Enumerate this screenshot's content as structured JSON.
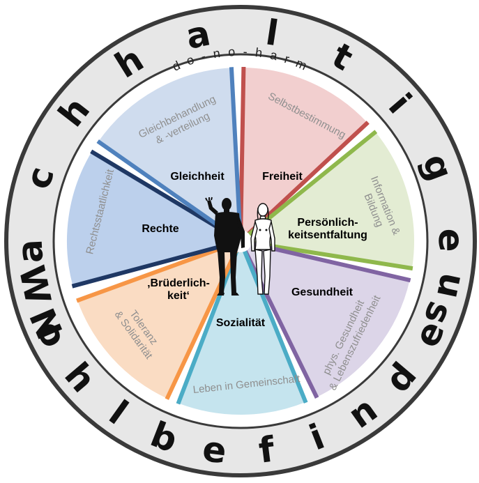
{
  "ring_top_text": "Nachhaltiges",
  "ring_bottom_text": "Wohlbefinden",
  "do_no_harm": "d o - n o - h a r m",
  "segments": [
    {
      "label": "Freiheit",
      "sub": "Selbstbestimmung",
      "fill": "#f2cfcf",
      "line": "#c0504d"
    },
    {
      "label_lines": [
        "Persönlich-",
        "keitsentfaltung"
      ],
      "sub_lines": [
        "Information &",
        "Bildung"
      ],
      "fill": "#e3ecd3",
      "line": "#8fb84c"
    },
    {
      "label": "Gesundheit",
      "sub_lines": [
        "phys. Gesundheit",
        "& Lebenszufriedenheit"
      ],
      "fill": "#dcd5e8",
      "line": "#8064a2"
    },
    {
      "label": "Sozialität",
      "sub": "Leben in Gemeinschaft",
      "fill": "#c5e4ee",
      "line": "#4bacc6"
    },
    {
      "label_lines": [
        "‚Brüderlich-",
        "keit‘"
      ],
      "sub_lines": [
        "Toleranz",
        "& Solidarität"
      ],
      "fill": "#fadcc3",
      "line": "#f79646"
    },
    {
      "label": "Rechte",
      "sub": "Rechtsstaatlichkeit",
      "fill": "#bcd0ec",
      "line": "#1f3864"
    },
    {
      "label": "Gleichheit",
      "sub_lines": [
        "Gleichbehandlung",
        "& -verteilung"
      ],
      "fill": "#cfdcee",
      "line": "#4f81bd"
    }
  ],
  "colors": {
    "outer_ring": "#e7e7e7",
    "outer_ring_border": "#3a3a3a",
    "man_figure": "#111111",
    "woman_figure": "#ffffff"
  }
}
